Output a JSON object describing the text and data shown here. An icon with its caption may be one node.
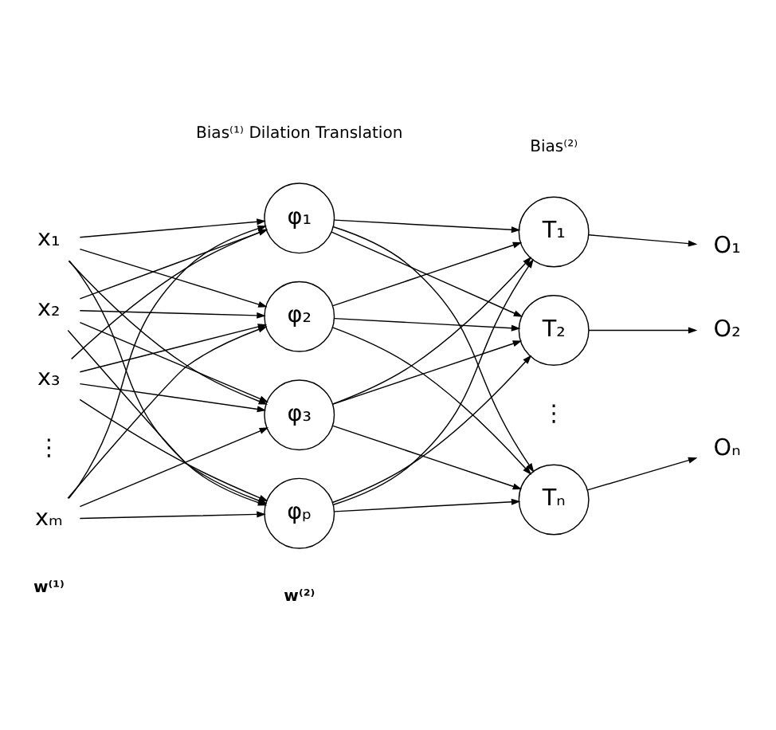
{
  "diagram": {
    "nodes": [
      {
        "text": [
          "x₁"
        ]
      },
      {
        "text": [
          "x₂"
        ]
      },
      {
        "text": [
          "x₃"
        ]
      },
      {
        "text": [
          "xₘ"
        ]
      },
      {
        "text": [
          "φ₁"
        ]
      },
      {
        "text": [
          "φ₂"
        ]
      },
      {
        "text": [
          "φ₃"
        ]
      },
      {
        "text": [
          "φₚ"
        ]
      },
      {
        "text": [
          "T₁"
        ]
      },
      {
        "text": [
          "T₂"
        ]
      },
      {
        "text": [
          "Tₙ"
        ]
      },
      {
        "text": [
          "O₁"
        ]
      },
      {
        "text": [
          "O₂"
        ]
      },
      {
        "text": [
          "Oₙ"
        ]
      }
    ],
    "edges": [
      {
        "from": 0,
        "to": 4,
        "arrow": "to"
      },
      {
        "from": 0,
        "to": 5,
        "arrow": "to"
      },
      {
        "from": 0,
        "to": 6,
        "arrow": "to"
      },
      {
        "from": 0,
        "to": 7,
        "arrow": "to"
      },
      {
        "from": 1,
        "to": 4,
        "arrow": "to"
      },
      {
        "from": 1,
        "to": 5,
        "arrow": "to"
      },
      {
        "from": 1,
        "to": 6,
        "arrow": "to"
      },
      {
        "from": 1,
        "to": 7,
        "arrow": "to"
      },
      {
        "from": 2,
        "to": 4,
        "arrow": "to"
      },
      {
        "from": 2,
        "to": 5,
        "arrow": "to"
      },
      {
        "from": 2,
        "to": 6,
        "arrow": "to"
      },
      {
        "from": 2,
        "to": 7,
        "arrow": "to"
      },
      {
        "from": 3,
        "to": 4,
        "arrow": "to"
      },
      {
        "from": 3,
        "to": 5,
        "arrow": "to"
      },
      {
        "from": 3,
        "to": 6,
        "arrow": "to"
      },
      {
        "from": 3,
        "to": 7,
        "arrow": "to"
      },
      {
        "from": 4,
        "to": 8,
        "arrow": "to"
      },
      {
        "from": 4,
        "to": 9,
        "arrow": "to"
      },
      {
        "from": 4,
        "to": 10,
        "arrow": "to"
      },
      {
        "from": 5,
        "to": 8,
        "arrow": "to"
      },
      {
        "from": 5,
        "to": 9,
        "arrow": "to"
      },
      {
        "from": 5,
        "to": 10,
        "arrow": "to"
      },
      {
        "from": 6,
        "to": 8,
        "arrow": "to"
      },
      {
        "from": 6,
        "to": 9,
        "arrow": "to"
      },
      {
        "from": 6,
        "to": 10,
        "arrow": "to"
      },
      {
        "from": 7,
        "to": 8,
        "arrow": "to"
      },
      {
        "from": 7,
        "to": 9,
        "arrow": "to"
      },
      {
        "from": 7,
        "to": 10,
        "arrow": "to"
      },
      {
        "from": 8,
        "to": 11,
        "arrow": "to"
      },
      {
        "from": 9,
        "to": 12,
        "arrow": "to"
      },
      {
        "from": 10,
        "to": 13,
        "arrow": "to"
      }
    ],
    "labels": [
      "Bias⁽¹⁾ Dilation Translation",
      "Bias⁽²⁾",
      "⋮",
      "⋮",
      "w⁽¹⁾",
      "w⁽²⁾"
    ]
  }
}
